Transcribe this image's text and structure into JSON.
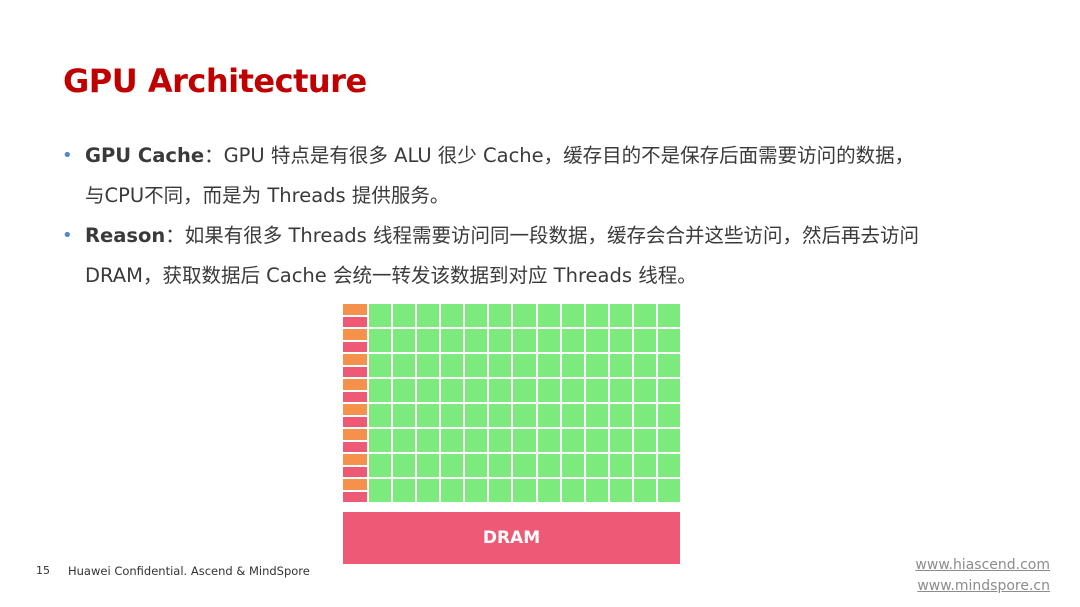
{
  "slide": {
    "title": "GPU Architecture",
    "bullets": [
      {
        "key": "GPU Cache",
        "line1": "：GPU 特点是有很多 ALU 很少 Cache，缓存目的不是保存后面需要访问的数据，",
        "line2": "与CPU不同，而是为 Threads 提供服务。"
      },
      {
        "key": "Reason",
        "line1": "：如果有很多 Threads 线程需要访问同一段数据，缓存会合并这些访问，然后再去访问",
        "line2": "DRAM，获取数据后 Cache 会统一转发该数据到对应 Threads 线程。"
      }
    ]
  },
  "diagram": {
    "dram_label": "DRAM",
    "colors": {
      "alu": "#7dea7d",
      "control": "#f4914a",
      "cache": "#ee5a75",
      "dram": "#ee5a75"
    },
    "alu_rows": 8,
    "alu_cols": 13
  },
  "footer": {
    "page_number": "15",
    "confidential": "Huawei Confidential. Ascend & MindSpore",
    "link1": "www.hiascend.com",
    "link2": "www.mindspore.cn"
  }
}
